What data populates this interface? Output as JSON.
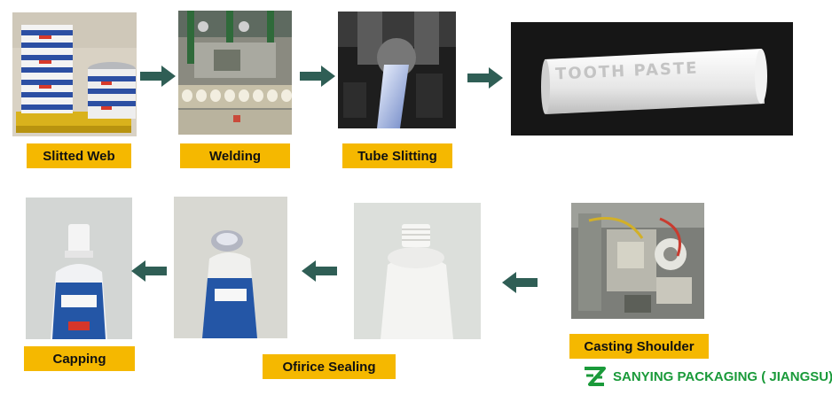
{
  "steps": [
    {
      "id": "slitted-web",
      "label": "Slitted Web"
    },
    {
      "id": "welding",
      "label": "Welding"
    },
    {
      "id": "tube-slitting",
      "label": "Tube Slitting"
    },
    {
      "id": "tooth-paste-tube",
      "tube_text": "TOOTH PASTE"
    },
    {
      "id": "casting-shoulder",
      "label": "Casting Shoulder"
    },
    {
      "id": "ofirice-sealing",
      "label": "Ofirice Sealing"
    },
    {
      "id": "capping",
      "label": "Capping"
    }
  ],
  "brand": {
    "name": "SANYING PACKAGING ( JIANGSU)",
    "color": "#1a9a3a"
  },
  "colors": {
    "label_bg": "#f5b800",
    "arrow": "#2f5e55"
  }
}
